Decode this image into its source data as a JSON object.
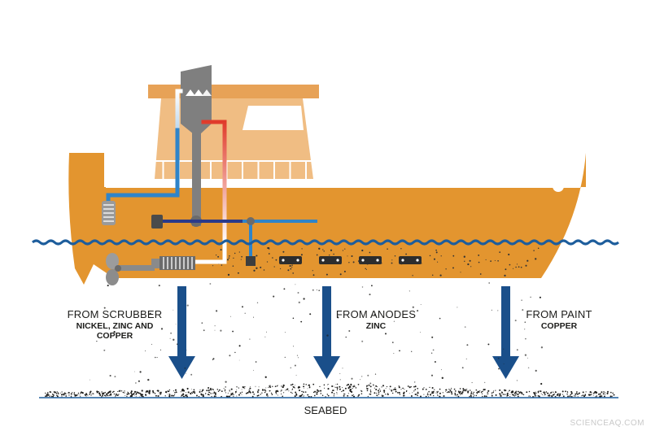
{
  "labels": {
    "scrubber": {
      "head": "FROM SCRUBBER",
      "sub1": "NICKEL, ZINC AND",
      "sub2": "COPPER"
    },
    "anodes": {
      "head": "FROM ANODES",
      "sub": "ZINC"
    },
    "paint": {
      "head": "FROM PAINT",
      "sub": "COPPER"
    },
    "seabed": "SEABED"
  },
  "watermark": "SCIENCEAQ.COM",
  "colors": {
    "hull": "#e3952f",
    "cabin": "#f0bd83",
    "water_line": "#1d5d9c",
    "arrow": "#1a4f8a",
    "pipe_blue": "#3a8fd0",
    "pipe_red": "#e03b2b",
    "scrubber_grey": "#7f7f7f",
    "text": "#1d1d1b"
  },
  "icons": [
    "ship-diagram",
    "scrubber-icon",
    "propeller-icon",
    "anode-icon",
    "arrow-down-icon",
    "water-wave-icon",
    "seabed-sediment-icon"
  ]
}
